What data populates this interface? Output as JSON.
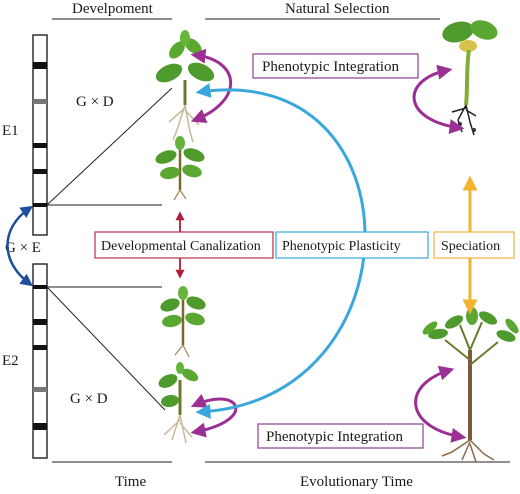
{
  "labels": {
    "top_left": "Develpoment",
    "top_right": "Natural Selection",
    "bottom_left": "Time",
    "bottom_right": "Evolutionary Time",
    "e1": "E1",
    "e2": "E2",
    "gxe": "G × E",
    "gxd_top": "G × D",
    "gxd_bottom": "G × D"
  },
  "boxes": {
    "integration_top": "Phenotypic Integration",
    "integration_bottom": "Phenotypic Integration",
    "canalization": "Developmental Canalization",
    "plasticity": "Phenotypic Plasticity",
    "speciation": "Speciation"
  },
  "colors": {
    "purple": "#9b2f93",
    "blue_arc": "#3aa7dc",
    "navy": "#1f4e9c",
    "orange": "#f2b431",
    "red": "#b01e3a",
    "box_purple": "#8b3f8e",
    "box_red": "#b5314a",
    "box_cyan": "#3aa7dc",
    "box_orange": "#f0b43c",
    "leaf": "#4f9a2c",
    "stem": "#6a7a2a",
    "root": "#c8b89a"
  },
  "icons": {
    "plant_large_top": "seedling-icon",
    "plant_small_top": "seedling-icon",
    "plant_small_bottom": "seedling-icon",
    "plant_large_bottom": "seedling-icon",
    "plant_right_top": "seedling-icon",
    "plant_right_bottom": "plant-icon"
  }
}
